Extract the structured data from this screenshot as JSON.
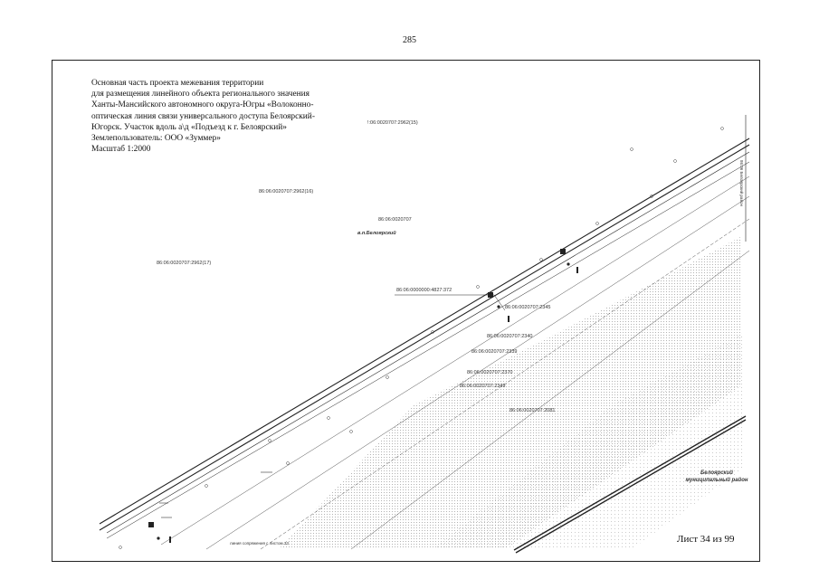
{
  "page_number": "285",
  "title_lines": [
    "Основная часть проекта межевания территории",
    "для размещения линейного объекта  регионального значения",
    "Ханты-Мансийского автономного округа-Югры «Волоконно-",
    "оптическая линия связи универсального доступа Белоярский-",
    "Югорск. Участок вдоль а\\д «Подъезд к г. Белоярский»",
    "Землепользователь: ООО «Зуммер»",
    "Масштаб 1:2000"
  ],
  "sheet_label": "Лист 34 из 99",
  "map": {
    "parcel_labels": [
      "!:06:0020707:2962(15)",
      "86:06:0020707:2962(16)",
      "86:06:0020707",
      "86:06:0020707:2962(17)",
      "86:06:0000000:4827:372",
      "86:06:0020707:2345",
      "86:06:0020707:2340",
      "86:06:0020707:2339",
      "86:06:0020707:2370",
      "86:06:0020707:2349",
      "86:06:0020707:2081"
    ],
    "settlement_label": "в.п.Белоярский",
    "district_label_lines": [
      "Белоярский",
      "муниципальный район"
    ],
    "border_note": "линия сопряжения с листом 33",
    "edge_note": "86:06 Белоярский район"
  },
  "colors": {
    "line": "#222222",
    "text": "#333333"
  }
}
